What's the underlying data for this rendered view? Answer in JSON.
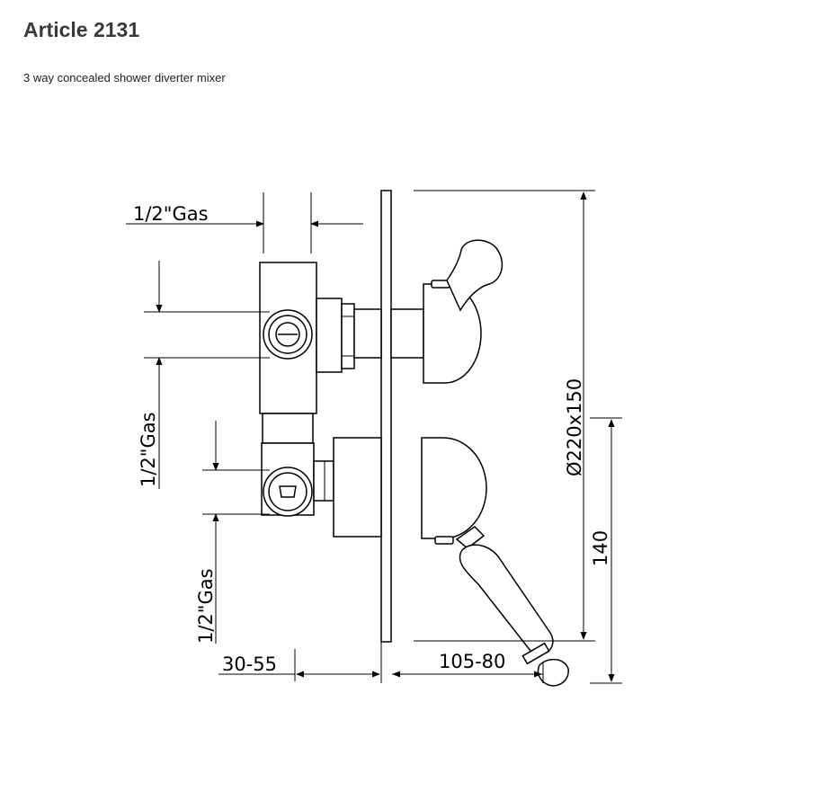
{
  "page": {
    "title": "Article 2131",
    "subtitle": "3 way concealed shower diverter mixer"
  },
  "drawing": {
    "labels": {
      "top_connection": "1/2\"Gas",
      "side_connection_upper": "1/2\"Gas",
      "side_connection_lower": "1/2\"Gas",
      "plate_size": "Ø220x150",
      "height": "140",
      "wall_depth": "30-55",
      "projection": "105-80"
    }
  }
}
